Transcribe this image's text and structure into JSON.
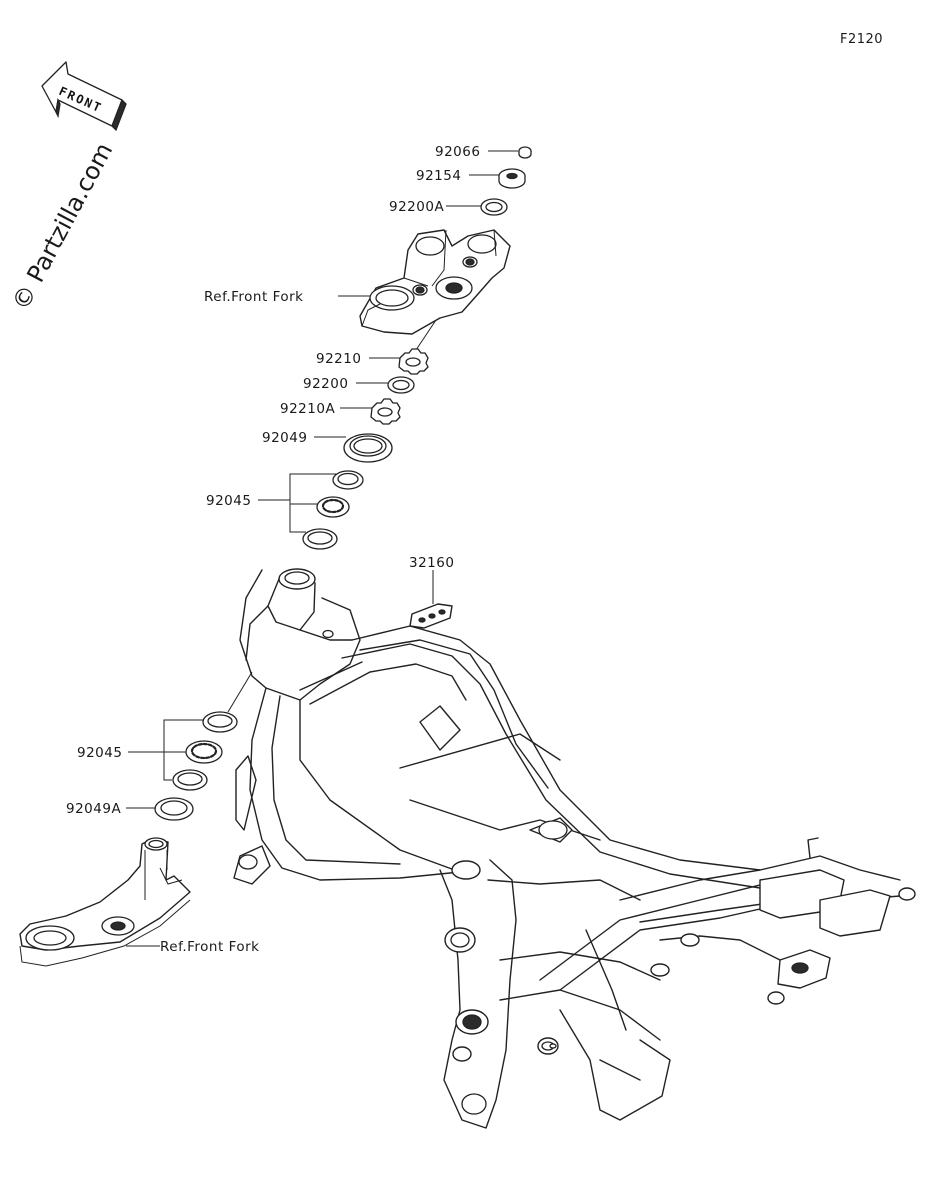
{
  "figure_code": "F2120",
  "watermark": "© Partzilla.com",
  "front_arrow_label": "FRONT",
  "callouts": {
    "p92066": "92066",
    "p92154": "92154",
    "p92200A": "92200A",
    "ref_front_fork_top": "Ref.Front Fork",
    "p92210": "92210",
    "p92200": "92200",
    "p92210A": "92210A",
    "p92049": "92049",
    "p92045_top": "92045",
    "p32160": "32160",
    "p92045_bottom": "92045",
    "p92049A": "92049A",
    "ref_front_fork_bottom": "Ref.Front Fork"
  }
}
